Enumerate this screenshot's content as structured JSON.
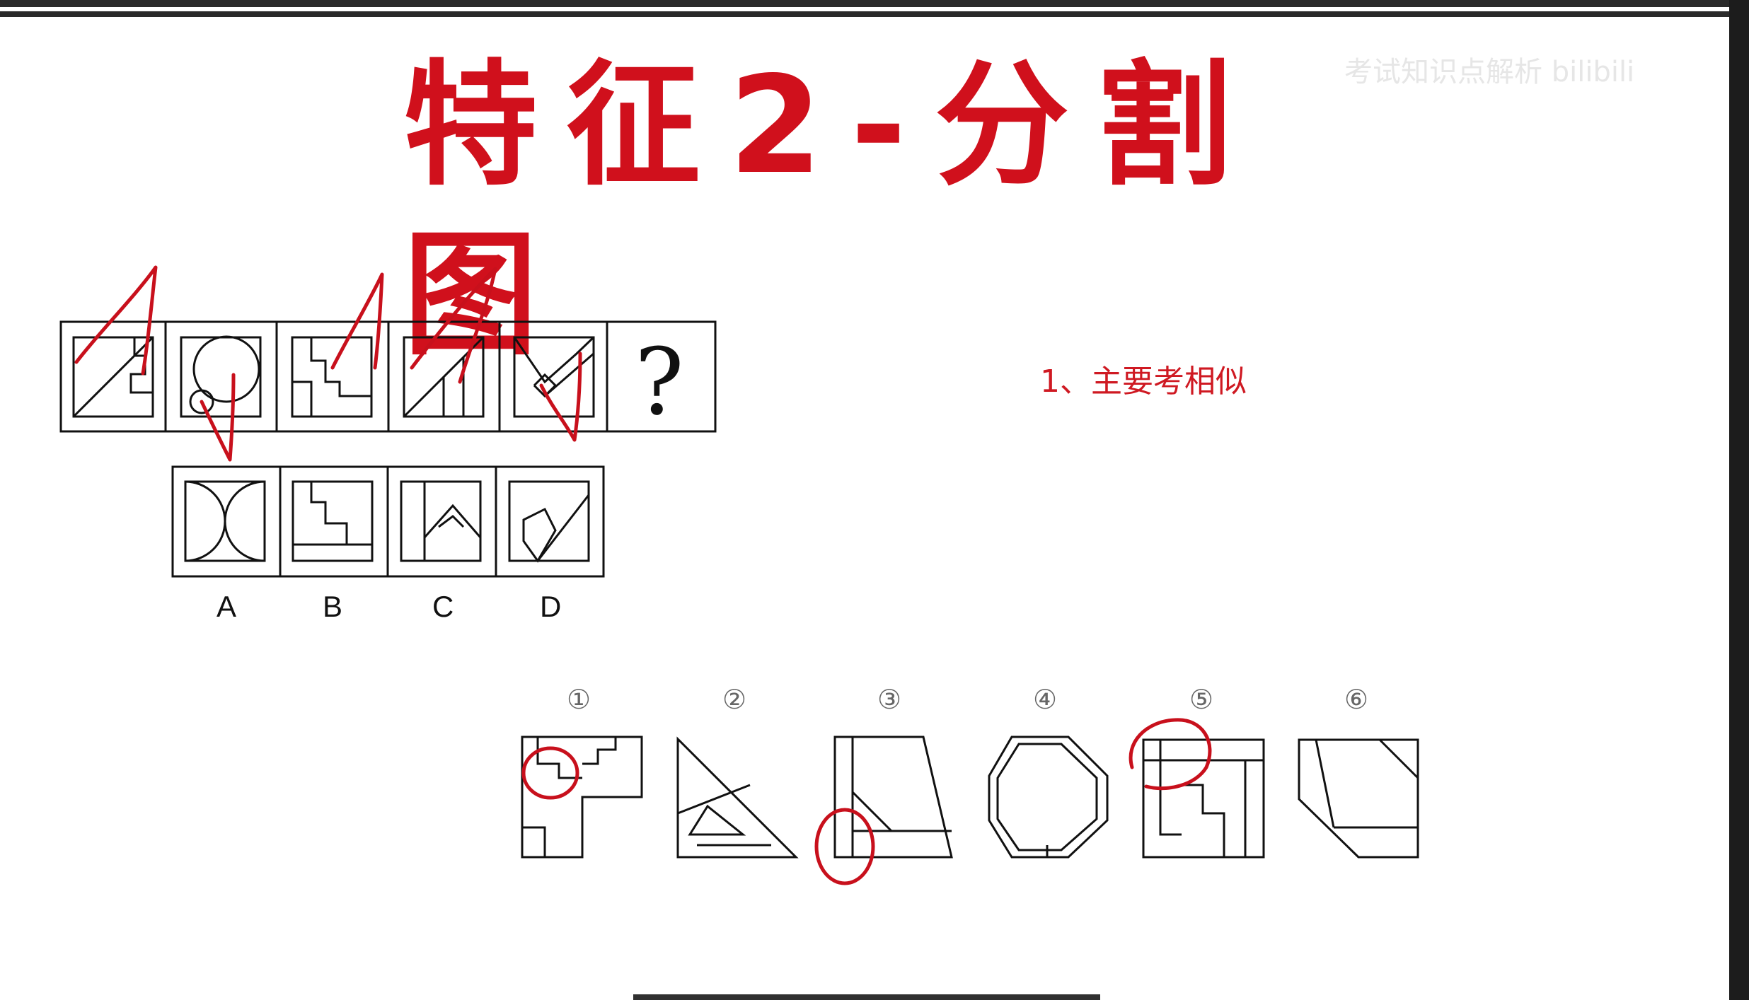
{
  "watermark": "考试知识点解析 bilibili",
  "title": "特征2-分割图",
  "note": "1、主要考相似",
  "puzzle": {
    "question_mark": "?",
    "options": [
      "A",
      "B",
      "C",
      "D"
    ]
  },
  "figures": {
    "labels": [
      "①",
      "②",
      "③",
      "④",
      "⑤",
      "⑥"
    ]
  },
  "colors": {
    "annotation_red": "#c8101c",
    "line": "#111111"
  }
}
